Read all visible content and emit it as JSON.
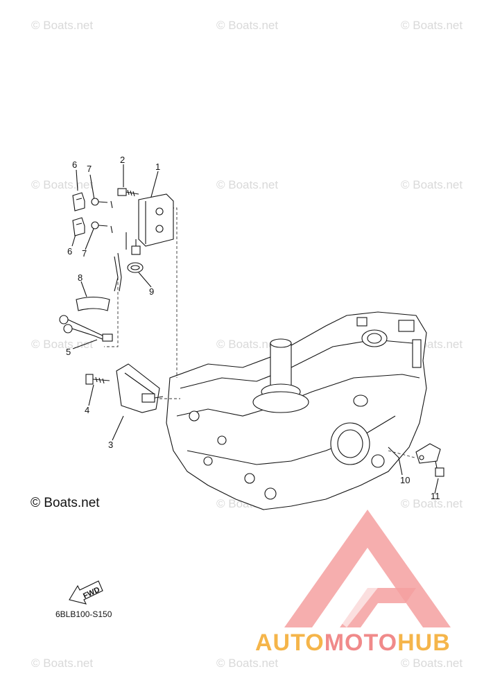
{
  "watermark": "© Boats.net",
  "copyright": "© Boats.net",
  "diagram_code": "6BLB100-S150",
  "fwd_label": "FWD",
  "brand": {
    "part1": "AUTO",
    "part2": "MOTO",
    "part3": "HUB",
    "color1": "#f5b54a",
    "color2": "#f08a8a",
    "color3": "#f5b54a",
    "logo_color": "#f4a0a0"
  },
  "callouts": [
    "1",
    "2",
    "3",
    "4",
    "5",
    "6",
    "6",
    "7",
    "7",
    "8",
    "9",
    "10",
    "11"
  ]
}
